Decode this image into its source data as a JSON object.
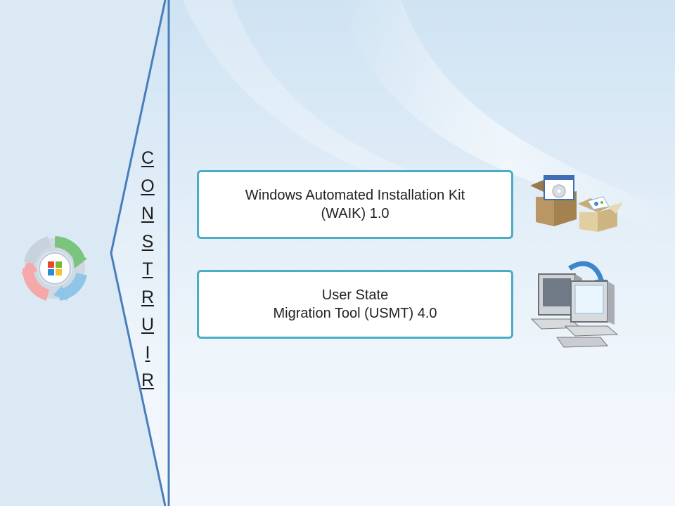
{
  "sidebar": {
    "vertical_letters": [
      "C",
      "O",
      "N",
      "S",
      "T",
      "R",
      "U",
      "I",
      "R"
    ]
  },
  "tools": [
    {
      "label": "Windows Automated Installation Kit\n(WAIK) 1.0",
      "icon": "software-boxes-icon"
    },
    {
      "label": "User State\nMigration Tool (USMT) 4.0",
      "icon": "pc-migration-icon"
    }
  ],
  "icons": {
    "lifecycle": "windows-cycle-arrows-icon"
  },
  "colors": {
    "accent": "#4bacc6",
    "divider": "#4a7ebb",
    "background_top": "#cfe3f3",
    "background_bottom": "#f4f8fc"
  }
}
